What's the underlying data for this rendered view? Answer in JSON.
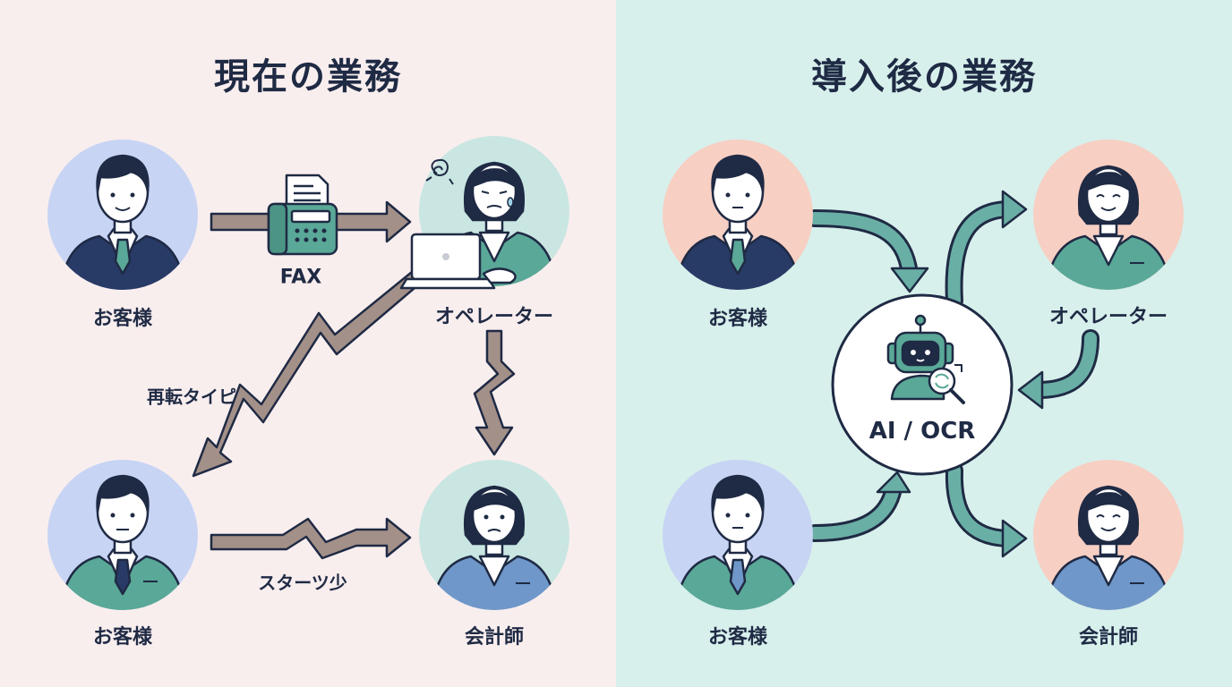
{
  "colors": {
    "left_bg": "#f9eeee",
    "right_bg": "#d7f0ec",
    "text": "#1f2a44",
    "arrow_brown": "#a39088",
    "arrow_teal": "#6aafa6",
    "outline": "#1f2a44",
    "circle_blue": "#c7d4f4",
    "circle_teal": "#c9e6e2",
    "circle_peach": "#f7cfc3",
    "suit_navy": "#283a66",
    "suit_teal": "#5aa897",
    "suit_blue": "#6f97c9",
    "skin": "#ffffff",
    "hair": "#1f2a44"
  },
  "before": {
    "title": "現在の業務",
    "customer_top_label": "お客様",
    "operator_label": "オペレーター",
    "customer_bottom_label": "お客様",
    "accountant_label": "会計師",
    "fax_label": "FAX",
    "retype_label": "再転タイピ",
    "few_staff_label": "スターツ少"
  },
  "after": {
    "title": "導入後の業務",
    "customer_top_label": "お客様",
    "operator_label": "オペレーター",
    "customer_bottom_label": "お客様",
    "accountant_label": "会計師",
    "hub_label": "AI / OCR"
  },
  "icons": {
    "fax": "fax-machine-icon",
    "laptop": "laptop-icon",
    "stress": "stress-scribble-icon",
    "robot": "ai-robot-icon",
    "magnifier": "magnifier-icon"
  }
}
